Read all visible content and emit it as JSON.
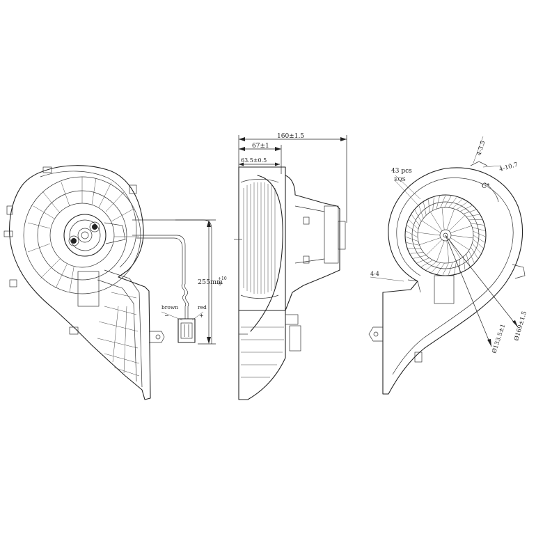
{
  "colors": {
    "line": "#222222",
    "background": "#ffffff"
  },
  "wire": {
    "length_main": "255mm",
    "length_tol_upper": "+10",
    "length_tol_lower": "0",
    "label_left": "brown",
    "label_right": "red",
    "sign_left": "−",
    "sign_right": "+"
  },
  "side_view": {
    "dim_total": "160±1.5",
    "dim_upper": "67±1",
    "dim_inner": "63.5±0.5"
  },
  "back_view": {
    "blade_count": "43 pcs",
    "blade_note": "EQS",
    "hole_top_a": "4-3.5",
    "hole_top_b": "4-10.7",
    "hole_left": "4-4",
    "angle_mark": "C*",
    "dia_outer": "Ø169±1.5",
    "dia_inner": "Ø133.5±1"
  }
}
